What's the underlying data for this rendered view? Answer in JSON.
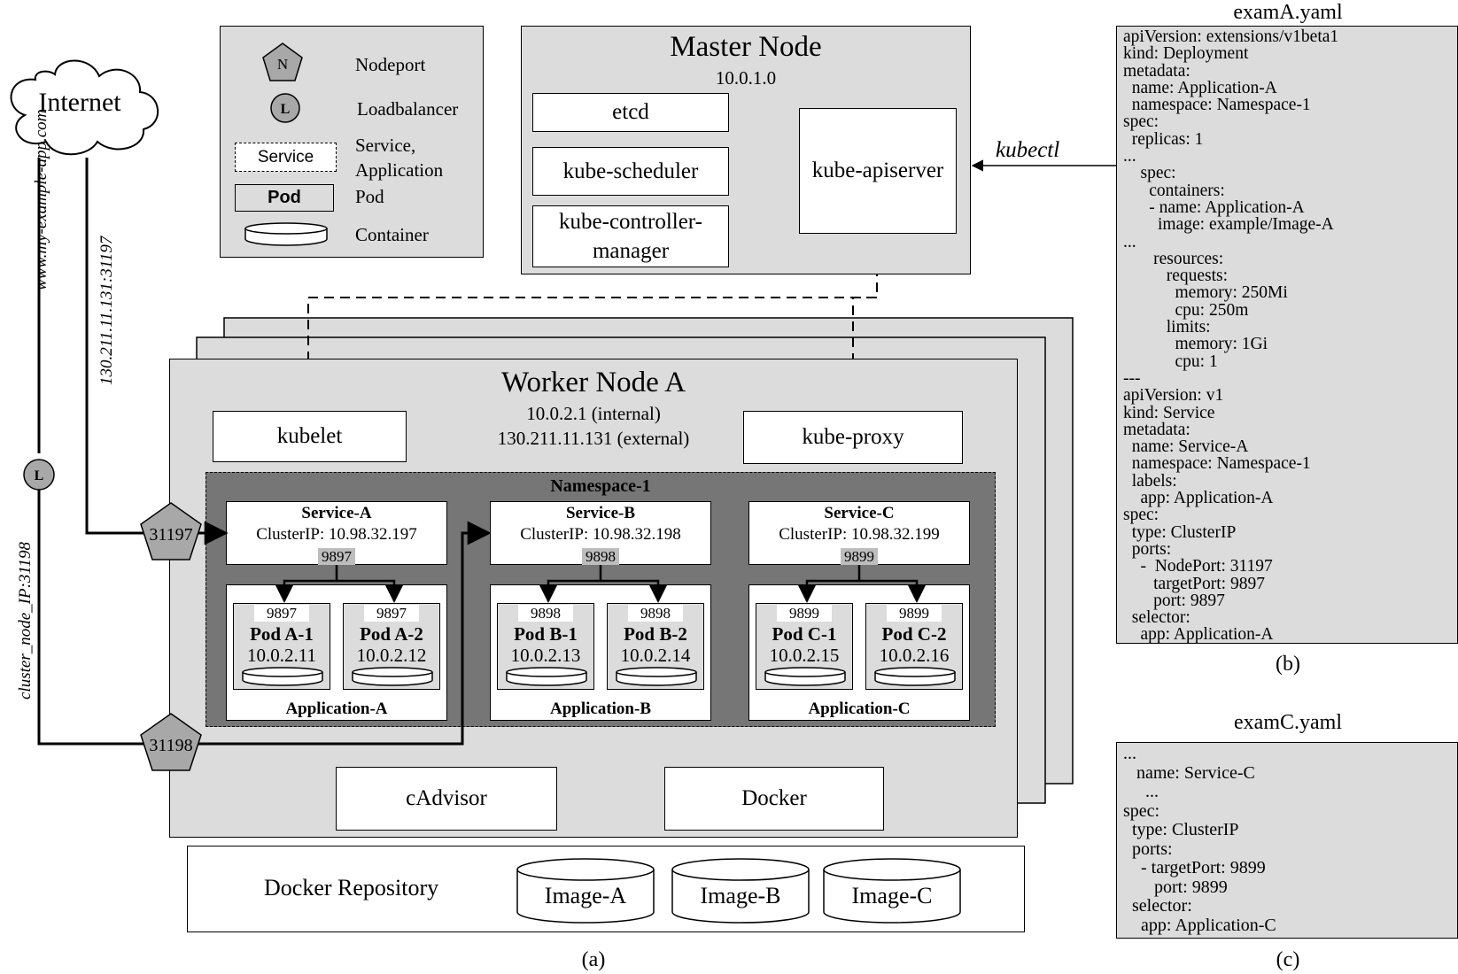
{
  "internet": "Internet",
  "links": {
    "domain": "www.my-example-app.com",
    "external_ip": "130.211.11.131:31197",
    "cluster_node": "cluster_node_IP:31198"
  },
  "legend": {
    "nodeport_symbol": "N",
    "nodeport": "Nodeport",
    "lb_symbol": "L",
    "loadbalancer": "Loadbalancer",
    "service_box": "Service",
    "service": "Service,\nApplication",
    "pod_box": "Pod",
    "pod": "Pod",
    "container": "Container"
  },
  "master": {
    "title": "Master Node",
    "ip": "10.0.1.0",
    "etcd": "etcd",
    "scheduler": "kube-scheduler",
    "controller": "kube-controller-\nmanager",
    "apiserver": "kube-apiserver"
  },
  "kubectl": "kubectl",
  "worker": {
    "title": "Worker Node A",
    "ip_internal": "10.0.2.1 (internal)",
    "ip_external": "130.211.11.131 (external)",
    "kubelet": "kubelet",
    "kube_proxy": "kube-proxy",
    "cadvisor": "cAdvisor",
    "docker": "Docker"
  },
  "namespace": "Namespace-1",
  "nodeports": [
    "31197",
    "31198"
  ],
  "lb_symbol": "L",
  "services": [
    {
      "name": "Service-A",
      "cluster_ip": "ClusterIP: 10.98.32.197",
      "port": "9897",
      "app": "Application-A",
      "pods": [
        {
          "name": "Pod A-1",
          "ip": "10.0.2.11",
          "port": "9897"
        },
        {
          "name": "Pod A-2",
          "ip": "10.0.2.12",
          "port": "9897"
        }
      ]
    },
    {
      "name": "Service-B",
      "cluster_ip": "ClusterIP: 10.98.32.198",
      "port": "9898",
      "app": "Application-B",
      "pods": [
        {
          "name": "Pod B-1",
          "ip": "10.0.2.13",
          "port": "9898"
        },
        {
          "name": "Pod B-2",
          "ip": "10.0.2.14",
          "port": "9898"
        }
      ]
    },
    {
      "name": "Service-C",
      "cluster_ip": "ClusterIP: 10.98.32.199",
      "port": "9899",
      "app": "Application-C",
      "pods": [
        {
          "name": "Pod C-1",
          "ip": "10.0.2.15",
          "port": "9899"
        },
        {
          "name": "Pod C-2",
          "ip": "10.0.2.16",
          "port": "9899"
        }
      ]
    }
  ],
  "repository": {
    "label": "Docker Repository",
    "images": [
      "Image-A",
      "Image-B",
      "Image-C"
    ]
  },
  "yaml_a": {
    "title": "examA.yaml",
    "content": "apiVersion: extensions/v1beta1\nkind: Deployment\nmetadata:\n  name: Application-A\n  namespace: Namespace-1\nspec:\n  replicas: 1\n...\n    spec:\n      containers:\n      - name: Application-A\n        image: example/Image-A\n...\n       resources:\n          requests:\n            memory: 250Mi\n            cpu: 250m\n          limits:\n            memory: 1Gi\n            cpu: 1\n---\napiVersion: v1\nkind: Service\nmetadata:\n  name: Service-A\n  namespace: Namespace-1\n  labels:\n    app: Application-A\nspec:\n  type: ClusterIP\n  ports:\n    -  NodePort: 31197\n       targetPort: 9897\n       port: 9897\n  selector:\n    app: Application-A"
  },
  "yaml_c": {
    "title": "examC.yaml",
    "content": "...\n   name: Service-C\n     ...\nspec:\n  type: ClusterIP\n  ports:\n    - targetPort: 9899\n       port: 9899\n  selector:\n    app: Application-C"
  },
  "captions": {
    "a": "(a)",
    "b": "(b)",
    "c": "(c)"
  }
}
